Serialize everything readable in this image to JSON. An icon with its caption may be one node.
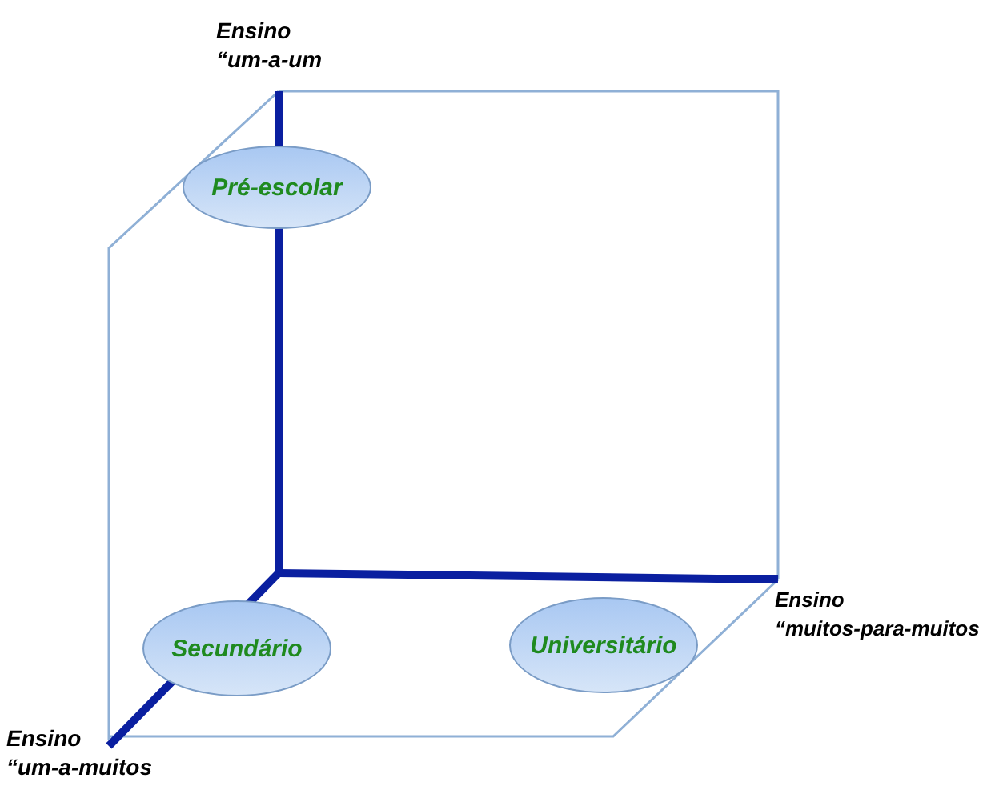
{
  "diagram": {
    "nodes": [
      {
        "text": [
          "Pré-escolar"
        ]
      },
      {
        "text": [
          "Secundário"
        ]
      },
      {
        "text": [
          "Universitário"
        ]
      }
    ],
    "labels": [
      "Ensino “um-a-um",
      "Ensino “muitos-para-muitos",
      "Ensino “um-a-muitos"
    ]
  }
}
